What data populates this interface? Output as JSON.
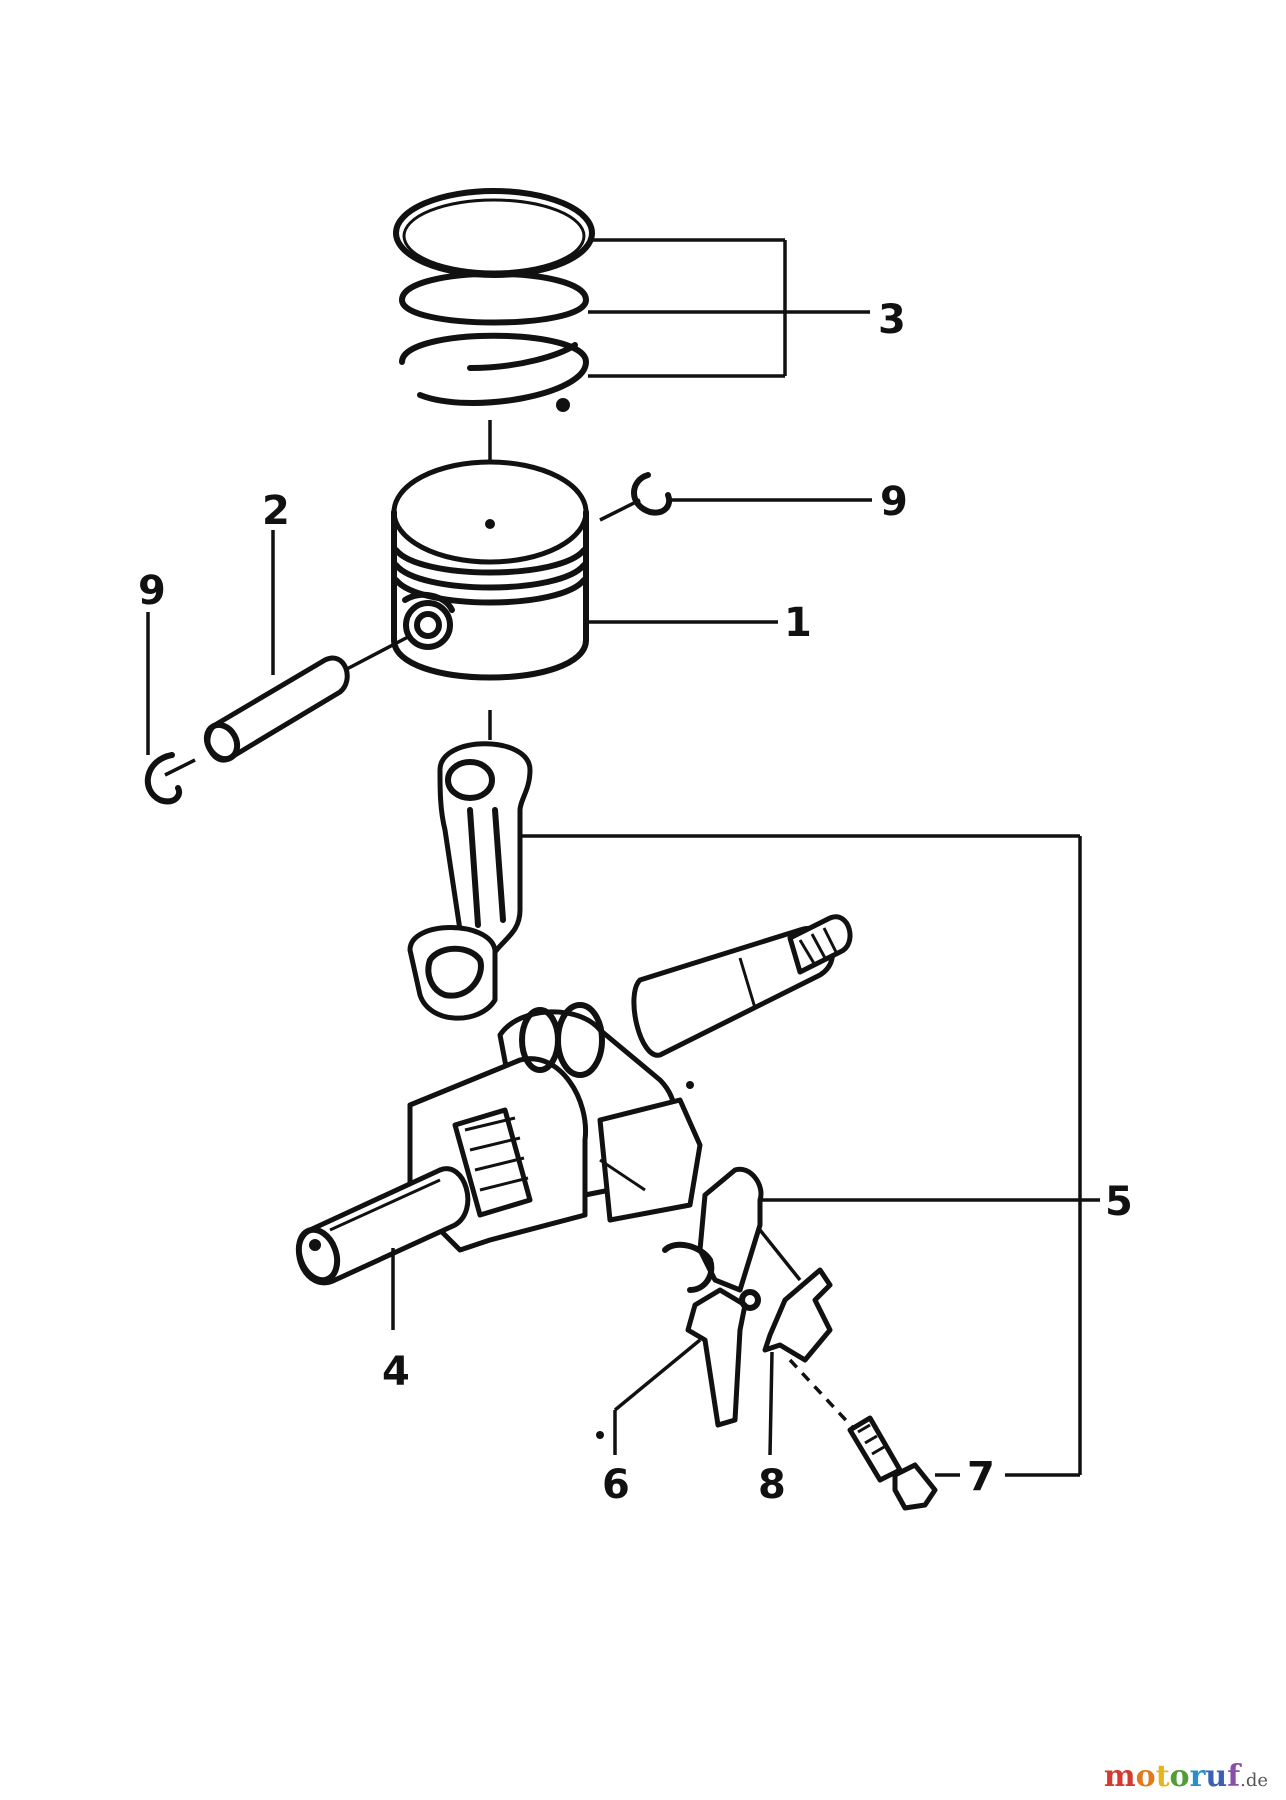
{
  "callouts": {
    "c1": "1",
    "c2": "2",
    "c3": "3",
    "c4": "4",
    "c5": "5",
    "c6": "6",
    "c7": "7",
    "c8": "8",
    "c9_right": "9",
    "c9_left": "9"
  },
  "watermark": {
    "letters": [
      "m",
      "o",
      "t",
      "o",
      "r",
      "u",
      "f"
    ],
    "colors": [
      "#d43a2f",
      "#e07a1c",
      "#e6b51e",
      "#4f9e38",
      "#2a8fc9",
      "#3b5fb5",
      "#8a4fa8"
    ],
    "tld": ".de"
  }
}
